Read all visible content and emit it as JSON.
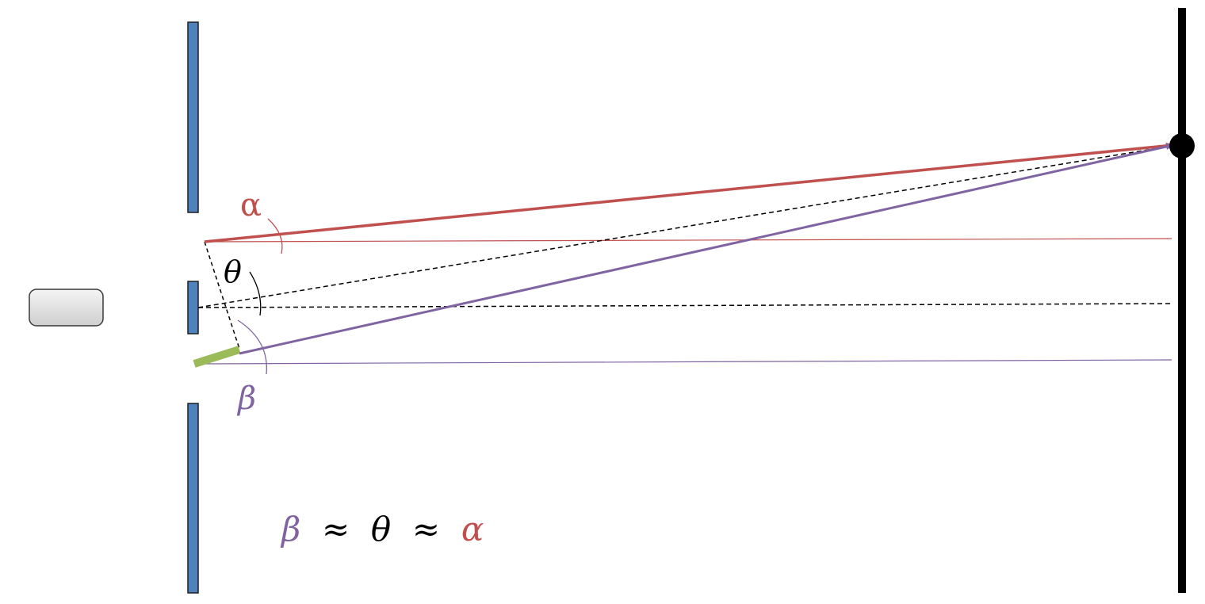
{
  "labels": {
    "alpha": "α",
    "theta": "θ",
    "beta": "β",
    "equation": {
      "beta": "β",
      "approx1": " ≈ ",
      "theta": "θ",
      "approx2": " ≈ ",
      "alpha": "α"
    }
  },
  "colors": {
    "slit": "#4f81bd",
    "slit_border": "#1f1f1f",
    "red_ray": "#c0504d",
    "purple_ray": "#8064a2",
    "path_difference": "#9bbb59",
    "screen": "#000000",
    "source": "#d9d9d9",
    "text": "#000000"
  },
  "icons": {
    "source": "light-source-icon"
  }
}
